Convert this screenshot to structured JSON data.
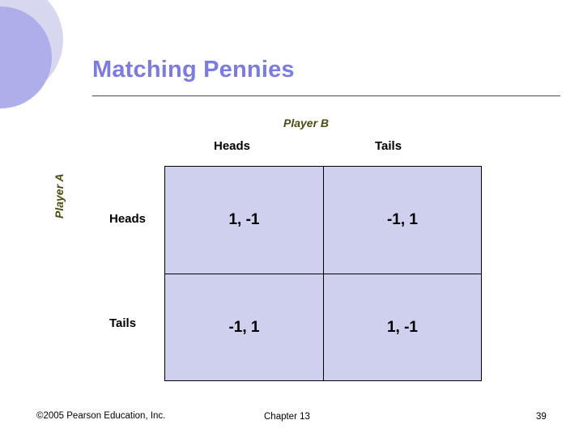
{
  "slide": {
    "title": "Matching Pennies",
    "column_axis_label": "Player B",
    "row_axis_label": "Player A",
    "column_headers": [
      "Heads",
      "Tails"
    ],
    "row_headers": [
      "Heads",
      "Tails"
    ],
    "payoffs": [
      [
        "1, -1",
        "-1, 1"
      ],
      [
        "-1, 1",
        "1, -1"
      ]
    ],
    "colors": {
      "title": "#7b7be0",
      "matrix_fill": "#cfcfee",
      "axis_label": "#4b4b10",
      "deco_circle_front": "#aeaeea",
      "deco_circle_back": "#d7d7ef"
    }
  },
  "footer": {
    "copyright": "©2005 Pearson Education, Inc.",
    "chapter": "Chapter 13",
    "page_number": "39"
  }
}
